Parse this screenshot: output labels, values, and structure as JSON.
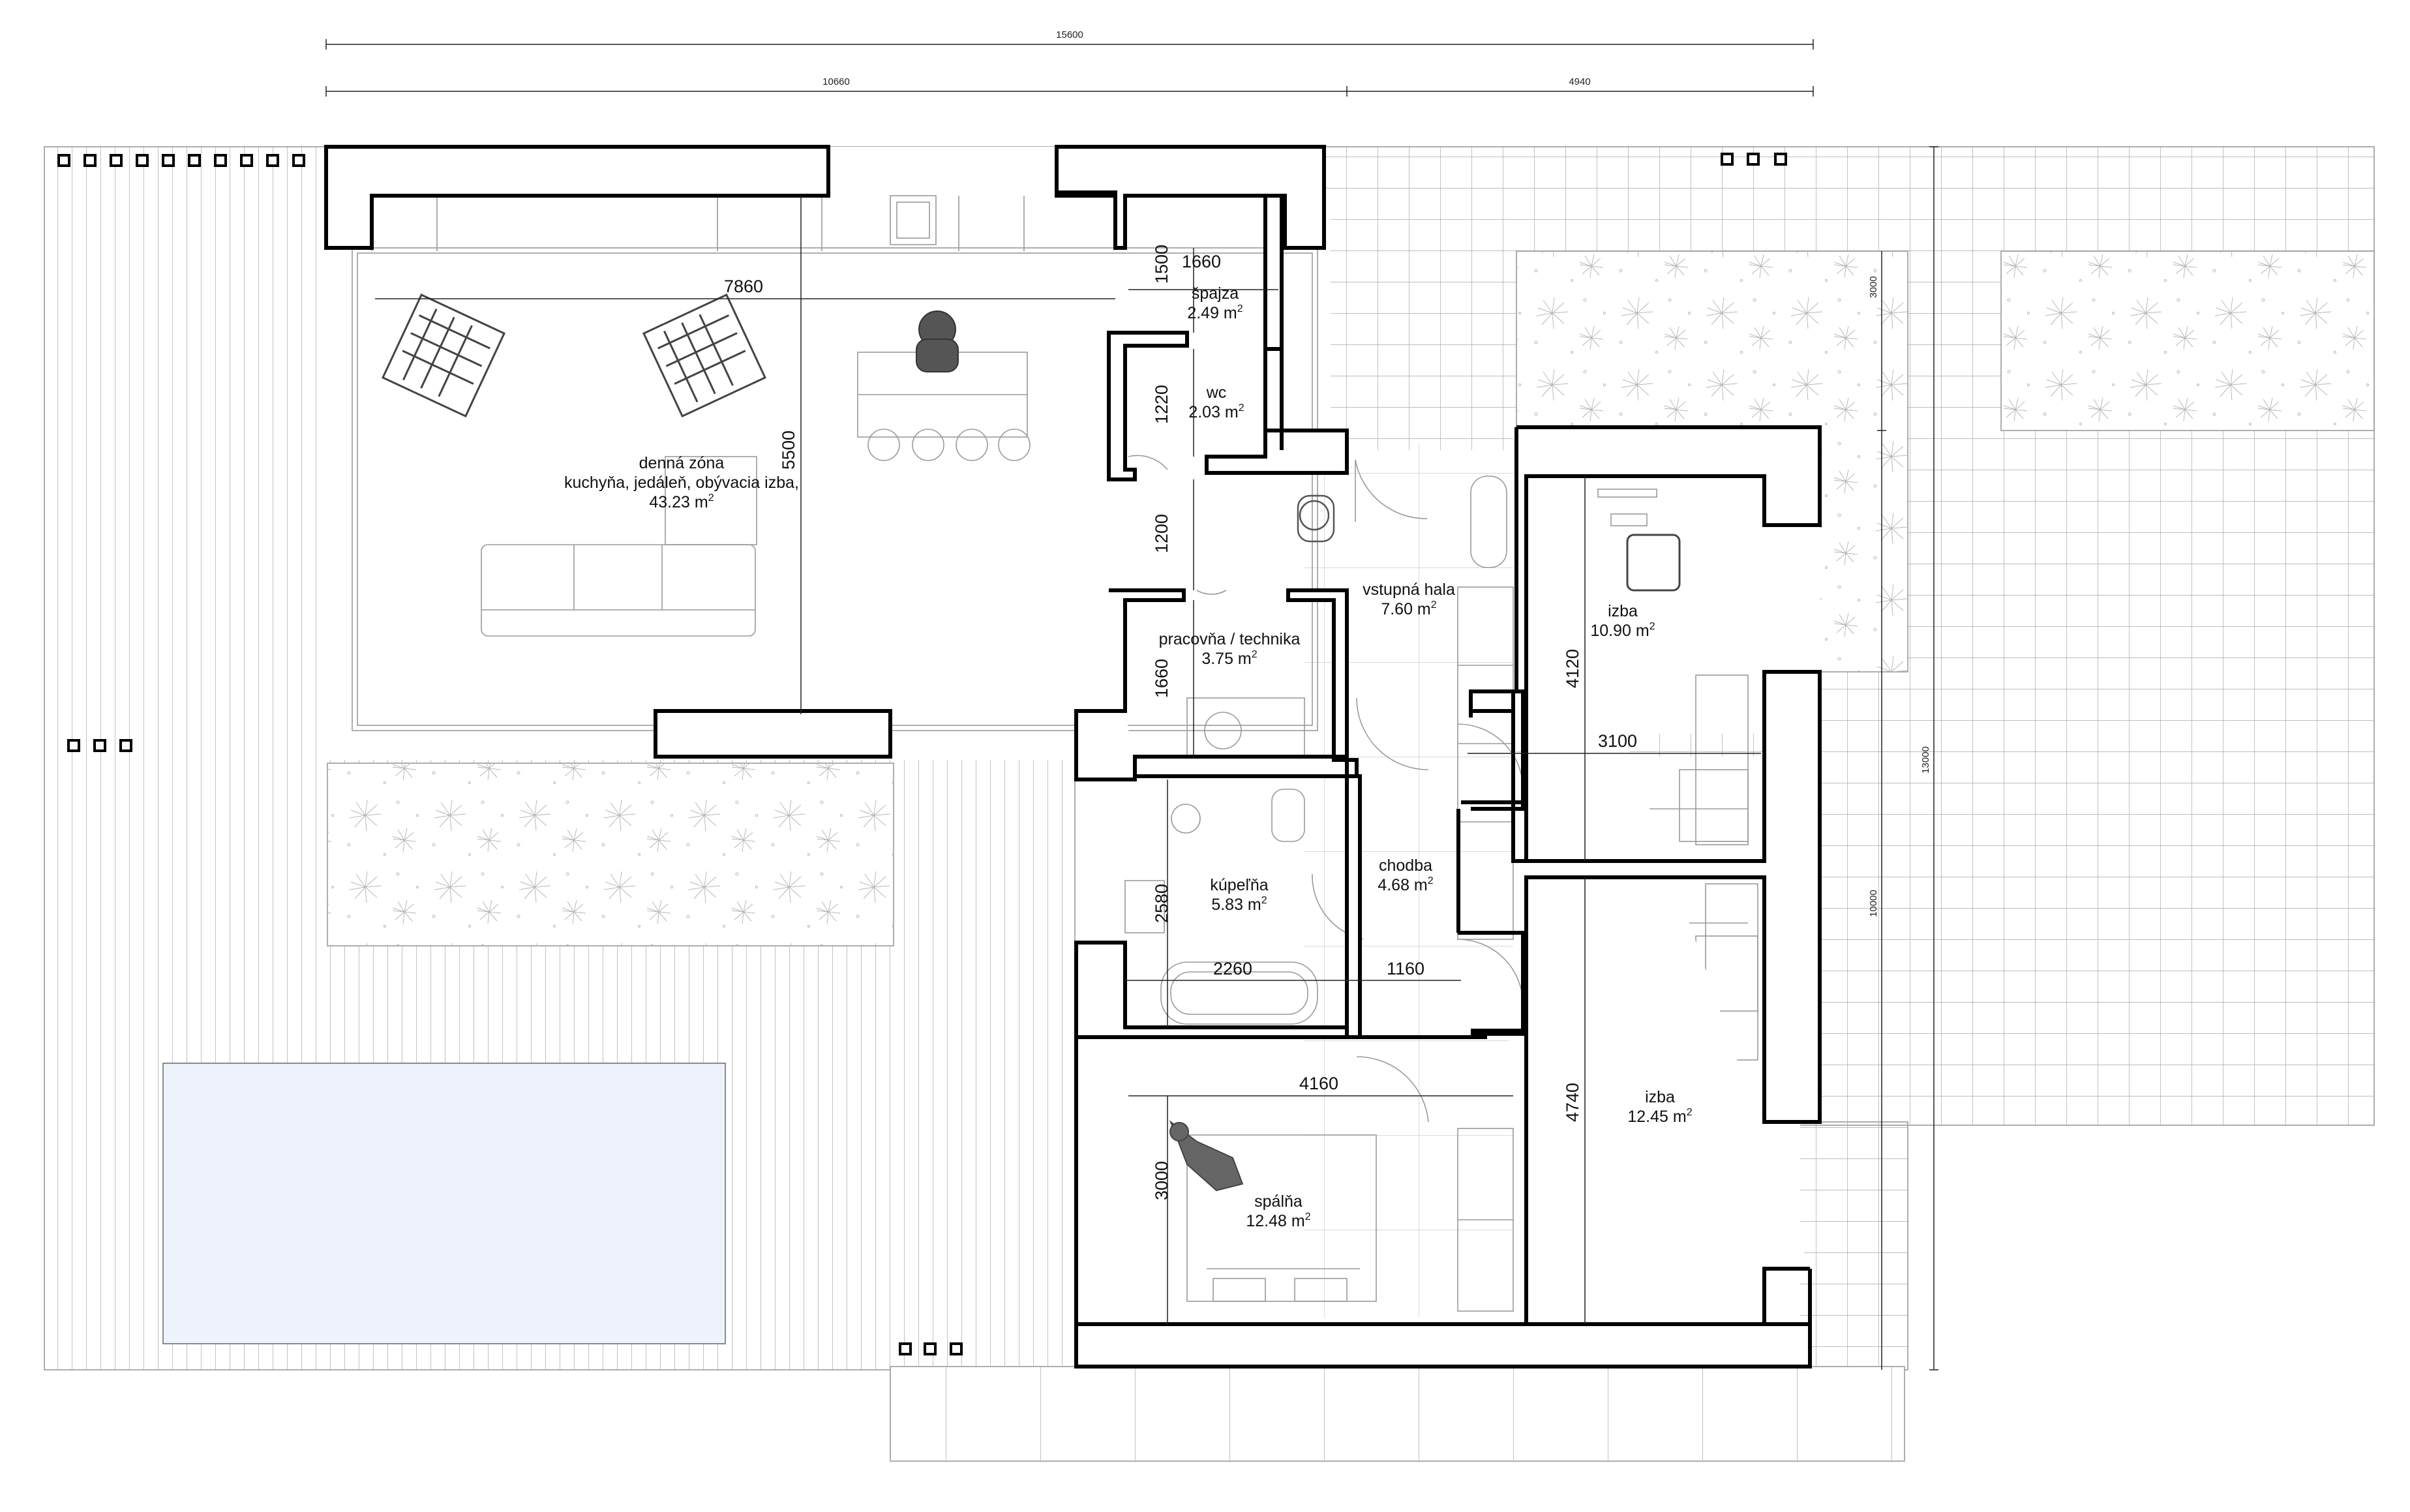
{
  "colors": {
    "wall": "#000000",
    "pool": "#eef3fb",
    "pool_stroke": "#8a8a8a",
    "line": "#9a9a9a",
    "person": "#555555"
  },
  "overall_dimensions": {
    "total_width": "15600",
    "left_width": "10660",
    "right_width": "4940",
    "total_depth": "13000",
    "depth_front": "10000",
    "depth_garden": "3000"
  },
  "interior_dimensions": [
    {
      "id": "day-zone-width",
      "value": "7860"
    },
    {
      "id": "day-zone-depth",
      "value": "5500"
    },
    {
      "id": "pantry-width",
      "value": "1660"
    },
    {
      "id": "pantry-depth",
      "value": "1500"
    },
    {
      "id": "wc-depth",
      "value": "1220"
    },
    {
      "id": "hall-gap",
      "value": "1200"
    },
    {
      "id": "office-depth",
      "value": "1660"
    },
    {
      "id": "bath-depth",
      "value": "2580"
    },
    {
      "id": "bath-width",
      "value": "2260"
    },
    {
      "id": "corridor-width",
      "value": "1160"
    },
    {
      "id": "bedroom-width",
      "value": "4160"
    },
    {
      "id": "bedroom-depth",
      "value": "3000"
    },
    {
      "id": "room-top-depth",
      "value": "4120"
    },
    {
      "id": "room-top-width",
      "value": "3100"
    },
    {
      "id": "room-bottom-depth",
      "value": "4740"
    }
  ],
  "rooms": [
    {
      "id": "day-zone",
      "name": "denná zóna",
      "subtitle": "kuchyňa, jedáleň, obývacia izba,",
      "area": "43.23 m",
      "sup": "2"
    },
    {
      "id": "pantry",
      "name": "špajza",
      "area": "2.49 m",
      "sup": "2"
    },
    {
      "id": "wc",
      "name": "wc",
      "area": "2.03 m",
      "sup": "2"
    },
    {
      "id": "entrance-hall",
      "name": "vstupná hala",
      "area": "7.60 m",
      "sup": "2"
    },
    {
      "id": "office",
      "name": "pracovňa / technika",
      "area": "3.75 m",
      "sup": "2"
    },
    {
      "id": "bathroom",
      "name": "kúpeľňa",
      "area": "5.83 m",
      "sup": "2"
    },
    {
      "id": "corridor",
      "name": "chodba",
      "area": "4.68 m",
      "sup": "2"
    },
    {
      "id": "room-top",
      "name": "izba",
      "area": "10.90 m",
      "sup": "2"
    },
    {
      "id": "room-bottom",
      "name": "izba",
      "area": "12.45 m",
      "sup": "2"
    },
    {
      "id": "bedroom",
      "name": "spálňa",
      "area": "12.48 m",
      "sup": "2"
    }
  ]
}
